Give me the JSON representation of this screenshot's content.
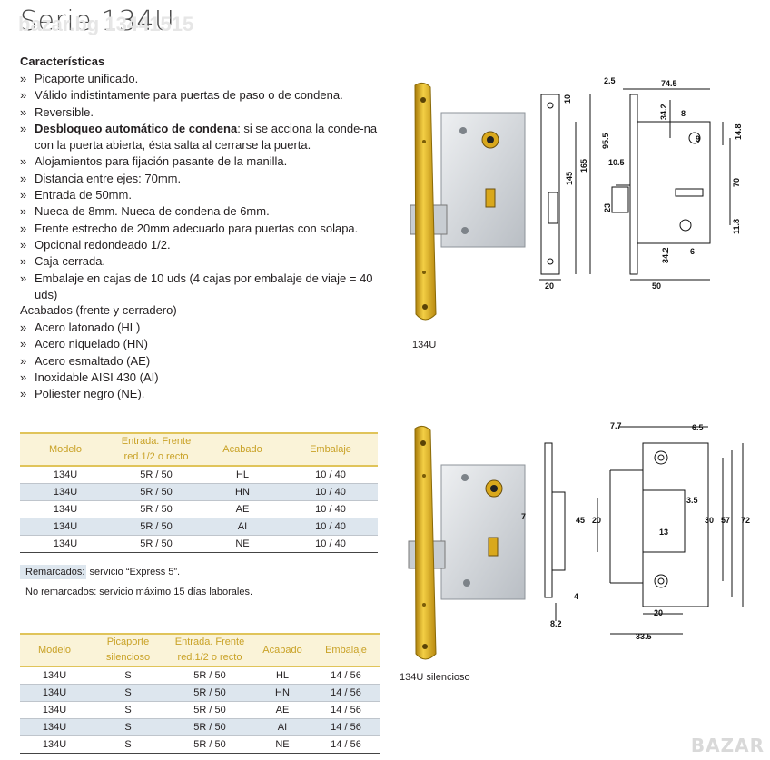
{
  "header": {
    "title": "Serie 134U",
    "watermark": "bazar.bg 13441515"
  },
  "features": {
    "heading": "Características",
    "items": [
      {
        "bold": "",
        "text": "Picaporte unificado."
      },
      {
        "bold": "",
        "text": "Válido indistintamente para puertas de paso o de condena."
      },
      {
        "bold": "",
        "text": "Reversible."
      },
      {
        "bold": "Desbloqueo automático de condena",
        "text": ": si se acciona la conde-na con la puerta abierta, ésta salta al cerrarse la puerta."
      },
      {
        "bold": "",
        "text": "Alojamientos para fijación pasante de la manilla."
      },
      {
        "bold": "",
        "text": "Distancia entre ejes: 70mm."
      },
      {
        "bold": "",
        "text": "Entrada de 50mm."
      },
      {
        "bold": "",
        "text": "Nueca de 8mm. Nueca de condena de 6mm."
      },
      {
        "bold": "",
        "text": "Frente estrecho de 20mm adecuado para puertas con solapa."
      },
      {
        "bold": "",
        "text": "Opcional redondeado 1/2."
      },
      {
        "bold": "",
        "text": "Caja cerrada."
      },
      {
        "bold": "",
        "text": "Embalaje en cajas de 10 uds (4 cajas por embalaje de viaje = 40 uds)"
      }
    ]
  },
  "finishes": {
    "heading": "Acabados (frente y cerradero)",
    "items": [
      "Acero latonado (HL)",
      "Acero niquelado (HN)",
      "Acero esmaltado (AE)",
      "Inoxidable AISI 430 (AI)",
      "Poliester negro (NE)."
    ]
  },
  "table1": {
    "headers": [
      "Modelo",
      "Entrada. Frente red.1/2 o recto",
      "Acabado",
      "Embalaje"
    ],
    "rows": [
      [
        "134U",
        "5R / 50",
        "HL",
        "10 / 40"
      ],
      [
        "134U",
        "5R / 50",
        "HN",
        "10 / 40"
      ],
      [
        "134U",
        "5R / 50",
        "AE",
        "10 / 40"
      ],
      [
        "134U",
        "5R / 50",
        "AI",
        "10 / 40"
      ],
      [
        "134U",
        "5R / 50",
        "NE",
        "10 / 40"
      ]
    ]
  },
  "notes": {
    "remarked_label": "Remarcados:",
    "remarked_text": " servicio “Express 5”.",
    "non_remarked": "No remarcados: servicio máximo 15 días laborales."
  },
  "table2": {
    "headers": [
      "Modelo",
      "Picaporte silencioso",
      "Entrada. Frente red.1/2 o recto",
      "Acabado",
      "Embalaje"
    ],
    "rows": [
      [
        "134U",
        "S",
        "5R / 50",
        "HL",
        "14 / 56"
      ],
      [
        "134U",
        "S",
        "5R / 50",
        "HN",
        "14 / 56"
      ],
      [
        "134U",
        "S",
        "5R / 50",
        "AE",
        "14 / 56"
      ],
      [
        "134U",
        "S",
        "5R / 50",
        "AI",
        "14 / 56"
      ],
      [
        "134U",
        "S",
        "5R / 50",
        "NE",
        "14 / 56"
      ]
    ]
  },
  "captions": {
    "top": "134U",
    "bottom": "134U silencioso"
  },
  "drawing1_dims": [
    "2.5",
    "74.5",
    "10",
    "34.2",
    "8",
    "95.5",
    "145",
    "165",
    "9",
    "14.8",
    "10.5",
    "70",
    "23",
    "11.8",
    "34.2",
    "6",
    "20",
    "50"
  ],
  "drawing2_dims": [
    "7.7",
    "6.5",
    "3.5",
    "7",
    "45",
    "20",
    "13",
    "30",
    "57",
    "72",
    "4",
    "8.2",
    "20",
    "33.5"
  ],
  "brand_logo": "BAZAR",
  "colors": {
    "brass": "#d4a418",
    "table_header_text": "#c9a227",
    "row_shade": "#dde6ee"
  }
}
